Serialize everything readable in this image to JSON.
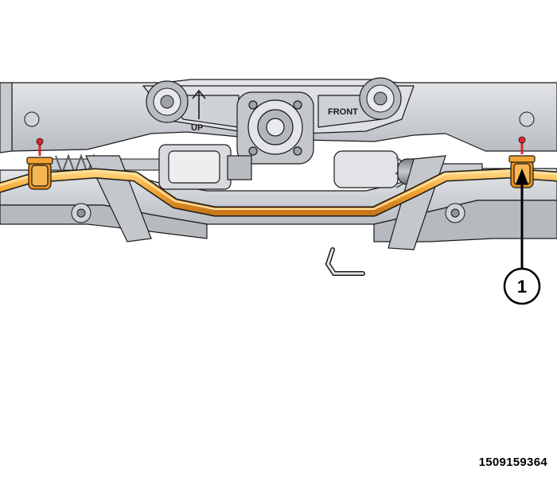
{
  "figure": {
    "id_label": "1509159364",
    "stamp_up": "UP",
    "stamp_front": "FRONT",
    "callouts": [
      {
        "number": "1"
      }
    ]
  },
  "colors": {
    "background": "#ffffff",
    "frame_fill": "#d4d6d9",
    "frame_shadow": "#a9adb2",
    "line": "#1a1a1a",
    "stabilizer_bar": "#f3a533",
    "stabilizer_bar_highlight": "#ffd27a",
    "bushing": "#e8901c",
    "bolt_marker": "#d9262b",
    "callout_stroke": "#000000"
  },
  "icons": [
    "up-arrow-icon",
    "bolt-marker-icon"
  ]
}
